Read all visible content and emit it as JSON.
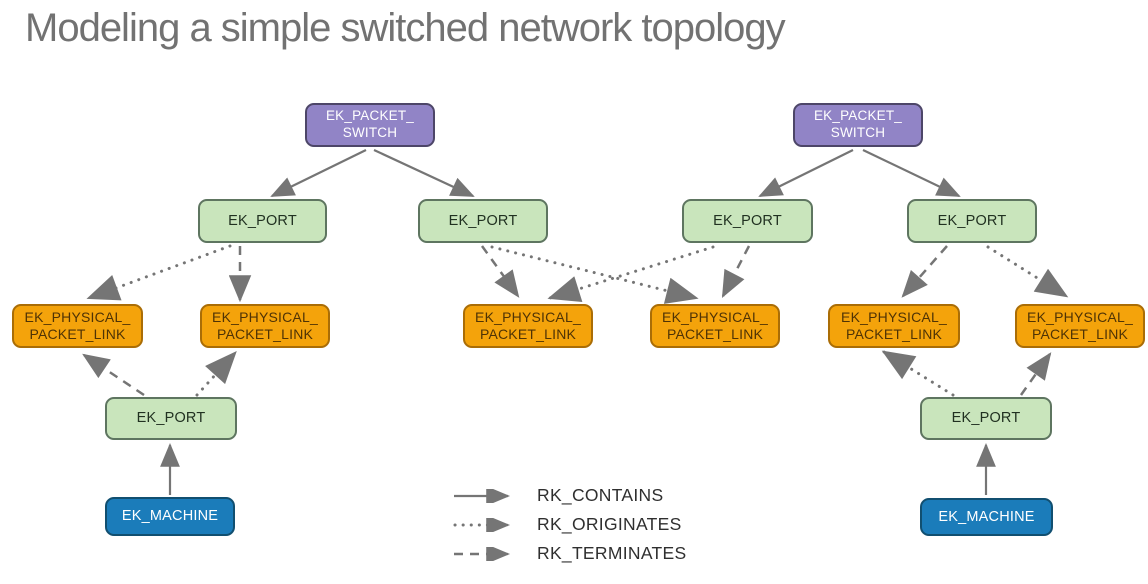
{
  "title": "Modeling a simple switched network topology",
  "colors": {
    "switch_fill": "#9184c6",
    "switch_border": "#4d4668",
    "switch_text": "#ffffff",
    "port_fill": "#c9e5bc",
    "port_border": "#5e7560",
    "port_text": "#213121",
    "link_fill": "#f4a30b",
    "link_border": "#aa6d06",
    "link_text": "#4f3305",
    "machine_fill": "#1b7cba",
    "machine_border": "#114f70",
    "machine_text": "#ffffff",
    "edge": "#757575"
  },
  "node_labels": {
    "packet_switch": {
      "line1": "EK_PACKET_",
      "line2": "SWITCH"
    },
    "port": {
      "label": "EK_PORT"
    },
    "physical_packet_link": {
      "line1": "EK_PHYSICAL_",
      "line2": "PACKET_LINK"
    },
    "machine": {
      "label": "EK_MACHINE"
    }
  },
  "legend": {
    "items": [
      {
        "label": "RK_CONTAINS",
        "style": "solid"
      },
      {
        "label": "RK_ORIGINATES",
        "style": "dotted"
      },
      {
        "label": "RK_TERMINATES",
        "style": "dashed"
      }
    ]
  }
}
